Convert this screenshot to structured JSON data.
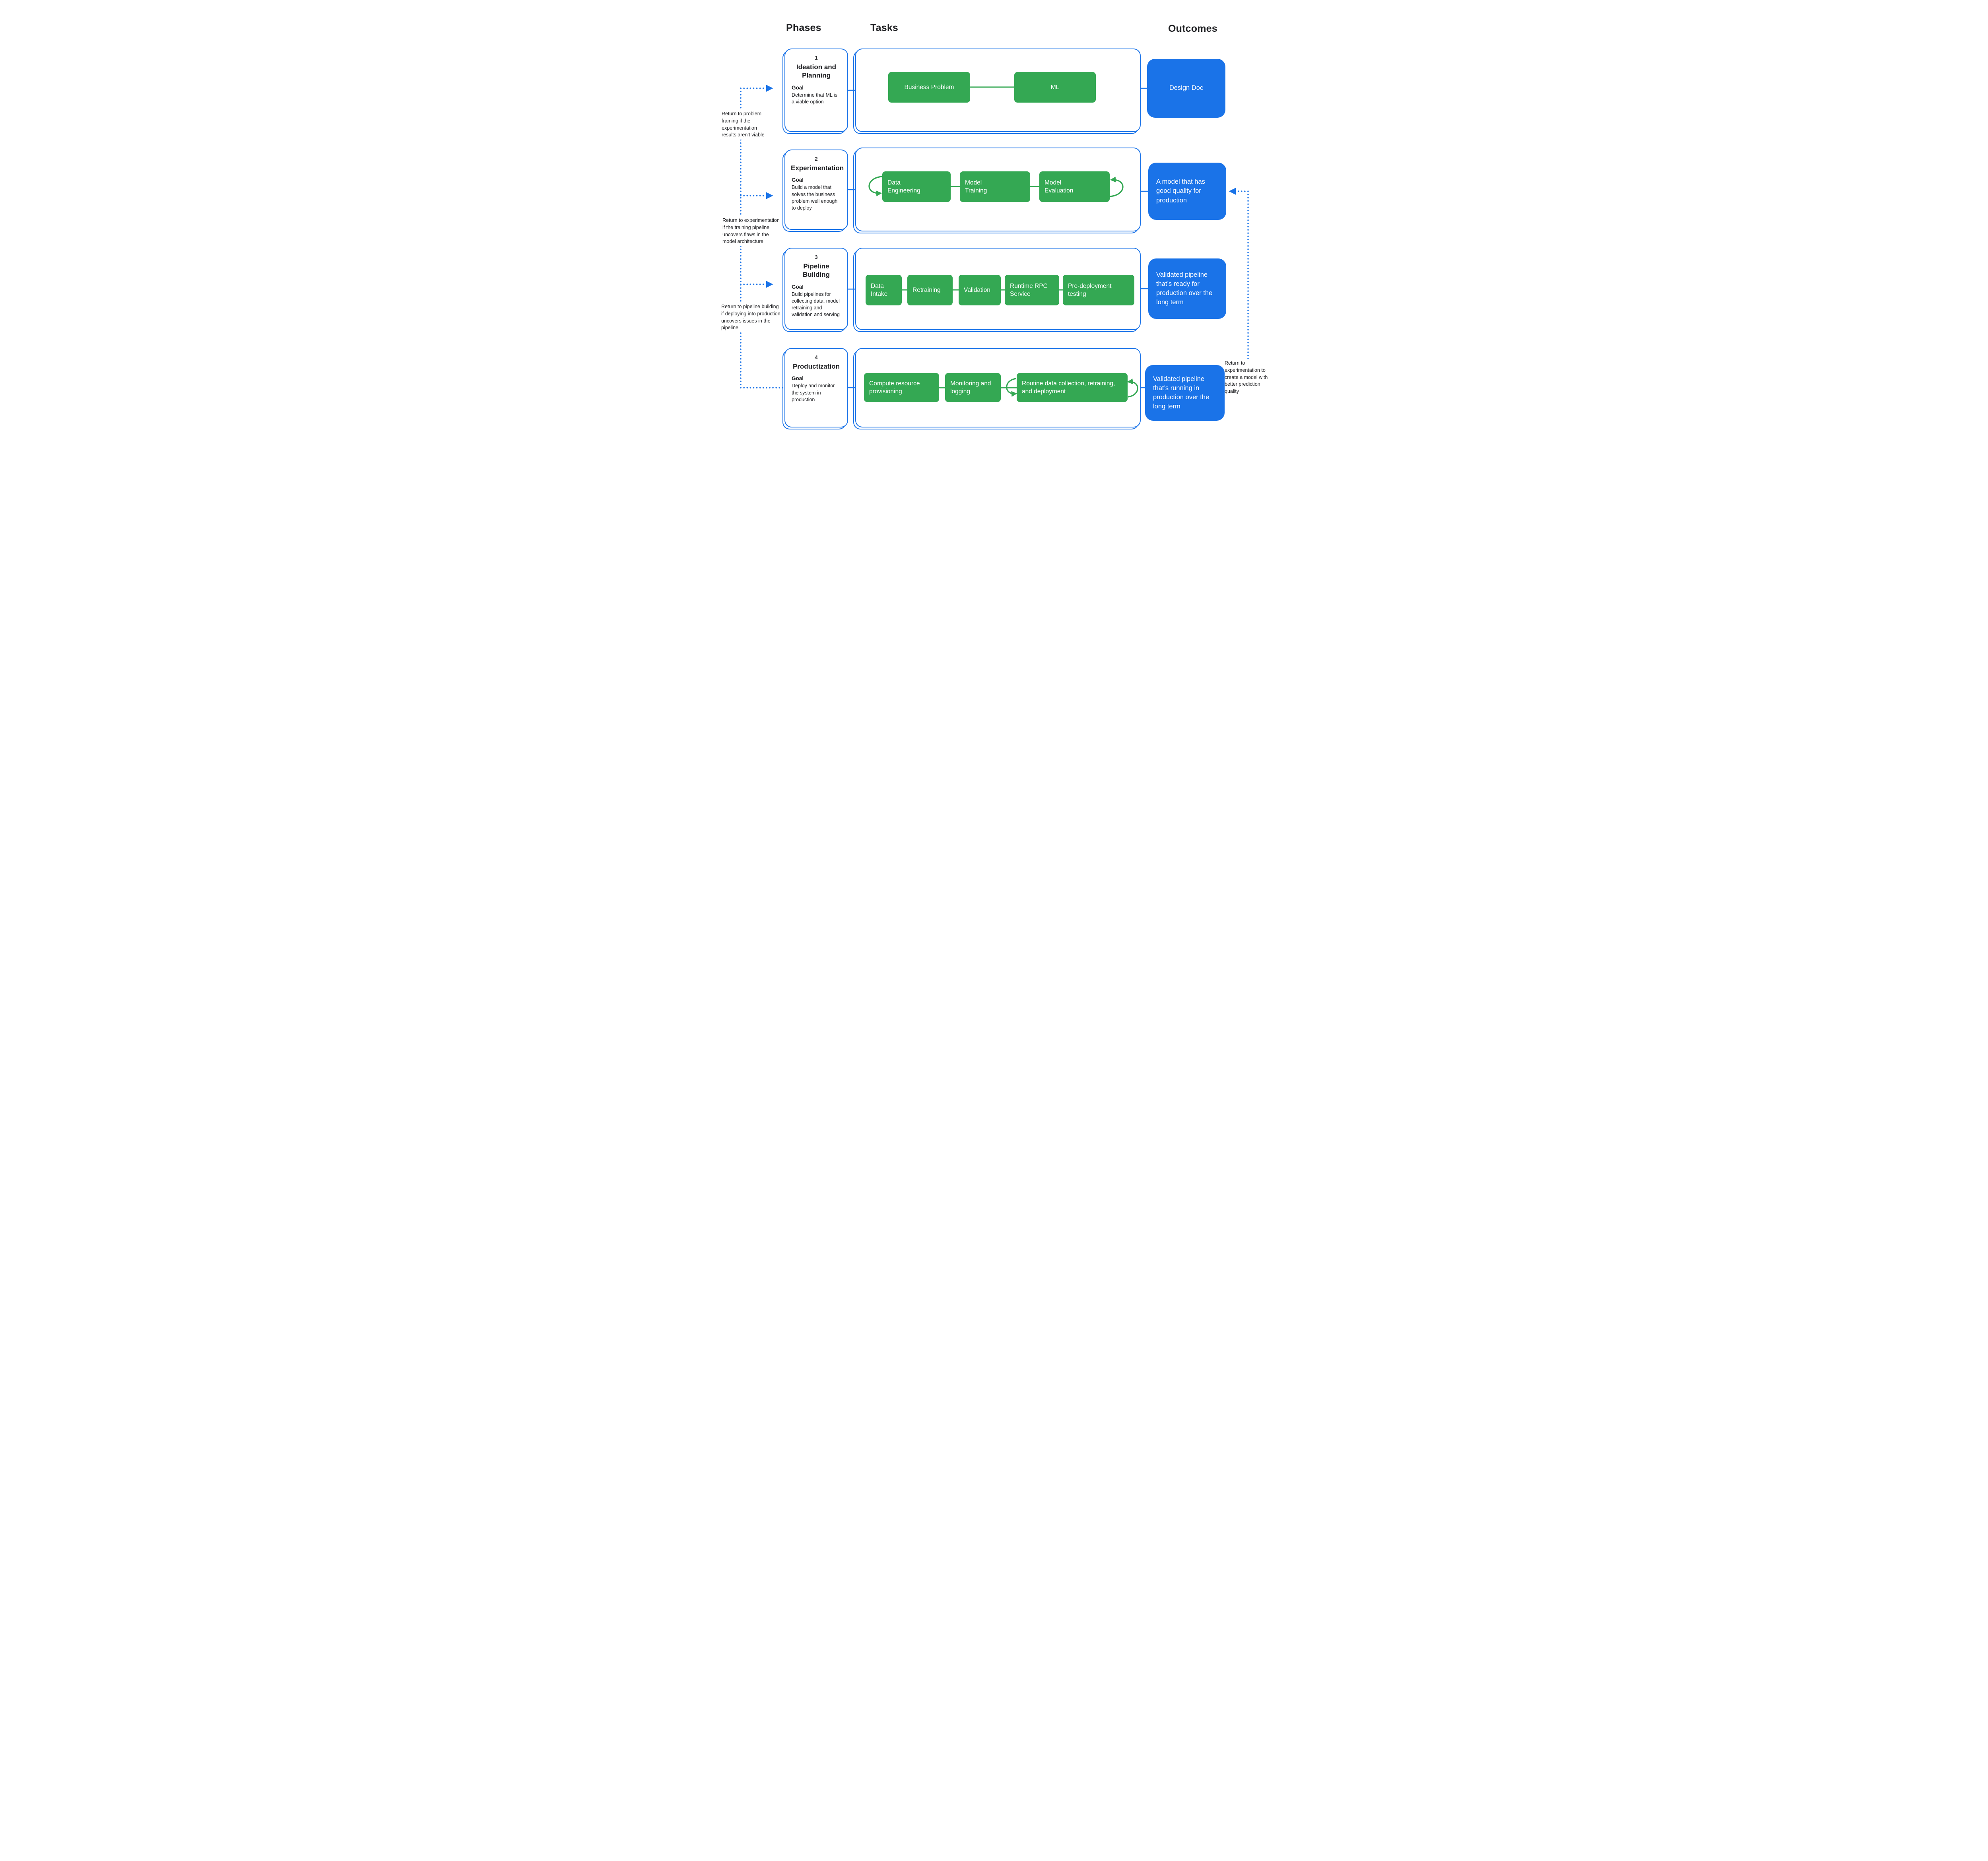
{
  "headers": {
    "phases": "Phases",
    "tasks": "Tasks",
    "outcomes": "Outcomes"
  },
  "goal_label": "Goal",
  "phases": [
    {
      "number": "1",
      "title": "Ideation and Planning",
      "goal": "Determine that ML is a viable option",
      "tasks": [
        "Business Problem",
        "ML"
      ],
      "outcome": "Design Doc"
    },
    {
      "number": "2",
      "title": "Experimentation",
      "goal": "Build a model that solves the business problem well enough to deploy",
      "tasks": [
        "Data Engineering",
        "Model Training",
        "Model Evaluation"
      ],
      "outcome": "A model that has good quality for production"
    },
    {
      "number": "3",
      "title": "Pipeline Building",
      "goal": "Build pipelines for collecting data, model retraining and validation and serving",
      "tasks": [
        "Data Intake",
        "Retraining",
        "Validation",
        "Runtime RPC Service",
        "Pre-deployment testing"
      ],
      "outcome": "Validated pipeline that’s ready for production over the long term"
    },
    {
      "number": "4",
      "title": "Productization",
      "goal": "Deploy and monitor the system in production",
      "tasks": [
        "Compute resource provisioning",
        "Monitoring and logging",
        "Routine data collection, retraining, and deployment"
      ],
      "outcome": "Validated pipeline that’s running in production over the long term"
    }
  ],
  "feedback_notes": [
    "Return to problem framing if the experimentation results aren’t viable",
    "Return to experimentation if the training pipeline uncovers flaws in the model architecture",
    "Return to pipeline building if deploying into production uncovers issues in the pipeline",
    "Return to experimentation to create a model with better prediction quality"
  ],
  "colors": {
    "green": "#34A853",
    "blue": "#1A73E8",
    "text": "#202124"
  }
}
